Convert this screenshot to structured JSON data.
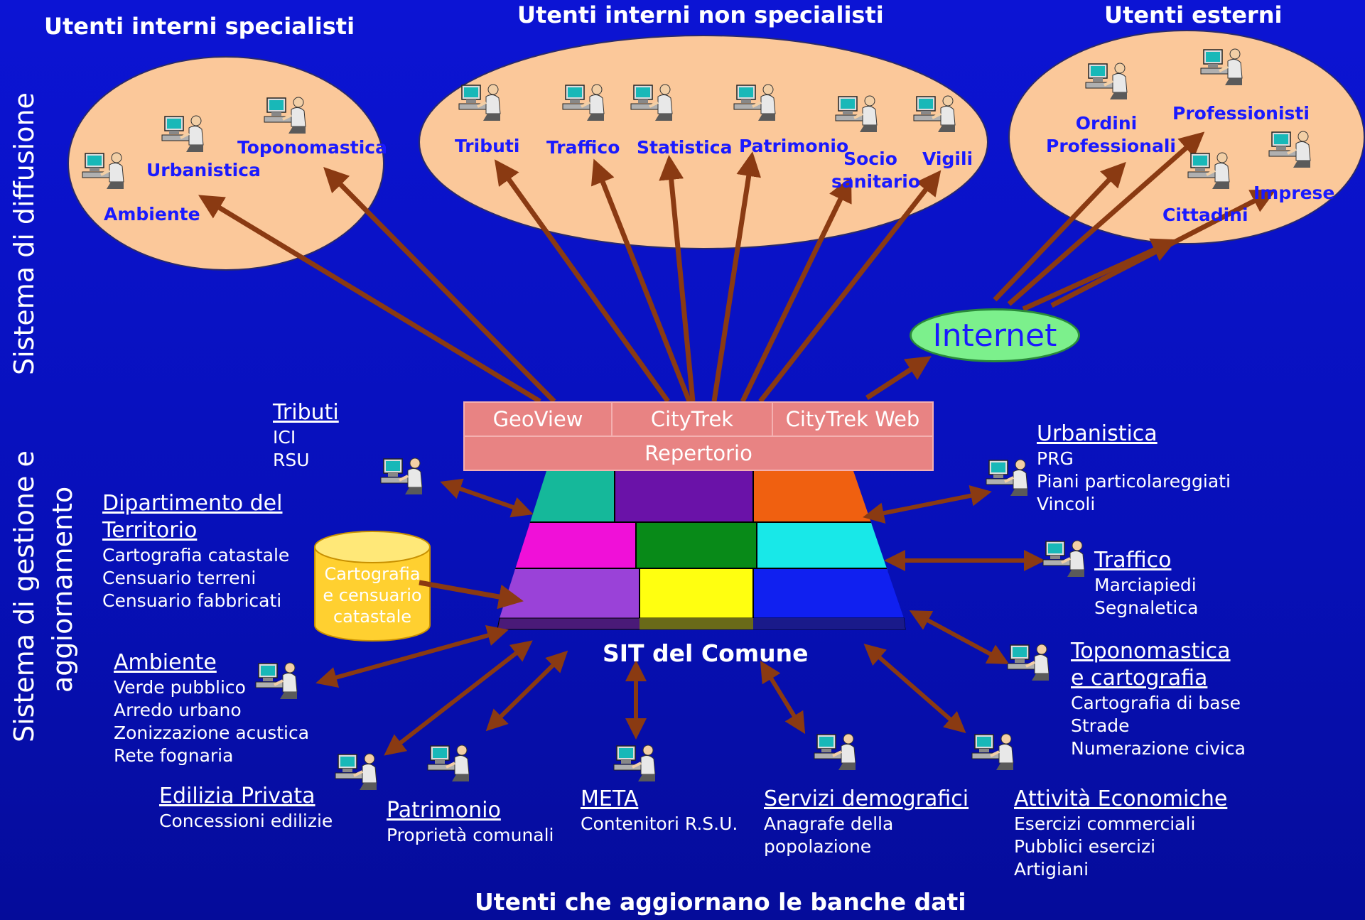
{
  "titles": {
    "internal_specialists": "Utenti interni specialisti",
    "internal_non_specialists": "Utenti interni non specialisti",
    "external": "Utenti esterni",
    "bottom": "Utenti che aggiornano le banche dati",
    "side_top": "Sistema di diffusione",
    "side_bottom_1": "Sistema di gestione e",
    "side_bottom_2": "aggiornamento"
  },
  "specialists": [
    "Ambiente",
    "Urbanistica",
    "Toponomastica"
  ],
  "non_specialists": [
    "Tributi",
    "Traffico",
    "Statistica",
    "Patrimonio",
    "Socio sanitario",
    "Vigili"
  ],
  "external": [
    "Ordini Professionali",
    "Professionisti",
    "Cittadini",
    "Imprese"
  ],
  "internet": "Internet",
  "apps": [
    "GeoView",
    "CityTrek",
    "CityTrek Web"
  ],
  "repository": "Repertorio",
  "sit_label": "SIT del Comune",
  "db_label": [
    "Cartografia",
    "e censuario",
    "catastale"
  ],
  "colors": {
    "background": "#0a12c8",
    "oval": "#fbc89a",
    "oval_text": "#1a1aff",
    "arrow": "#8a3a12",
    "app_box": "#e88383",
    "internet": "#7cf08c",
    "db": "#ffd030"
  },
  "blocks": {
    "tributi": {
      "title": "Tributi",
      "items": [
        "ICI",
        "RSU"
      ]
    },
    "territorio": {
      "title1": "Dipartimento del",
      "title2": "Territorio",
      "items": [
        "Cartografia catastale",
        "Censuario terreni",
        "Censuario fabbricati"
      ]
    },
    "ambiente": {
      "title": "Ambiente",
      "items": [
        "Verde pubblico",
        "Arredo urbano",
        "Zonizzazione acustica",
        "Rete fognaria"
      ]
    },
    "edilizia": {
      "title": "Edilizia Privata",
      "items": [
        "Concessioni edilizie"
      ]
    },
    "patrimonio": {
      "title": "Patrimonio",
      "items": [
        "Proprietà comunali"
      ]
    },
    "meta": {
      "title": "META",
      "items": [
        "Contenitori R.S.U."
      ]
    },
    "demografici": {
      "title": "Servizi demografici",
      "items": [
        "Anagrafe della",
        "popolazione"
      ]
    },
    "economiche": {
      "title": "Attività Economiche",
      "items": [
        "Esercizi commerciali",
        "Pubblici esercizi",
        "Artigiani"
      ]
    },
    "urbanistica": {
      "title": "Urbanistica",
      "items": [
        "PRG",
        "Piani particolareggiati",
        "Vincoli"
      ]
    },
    "traffico": {
      "title": "Traffico",
      "items": [
        "Marciapiedi",
        "Segnaletica"
      ]
    },
    "toponomastica": {
      "title1": "Toponomastica",
      "title2": "e cartografia",
      "items": [
        "Cartografia di base",
        "Strade",
        "Numerazione civica"
      ]
    }
  },
  "icons": {
    "user": "user-at-computer-icon",
    "database": "database-cylinder-icon",
    "puzzle": "puzzle-platform-icon"
  }
}
